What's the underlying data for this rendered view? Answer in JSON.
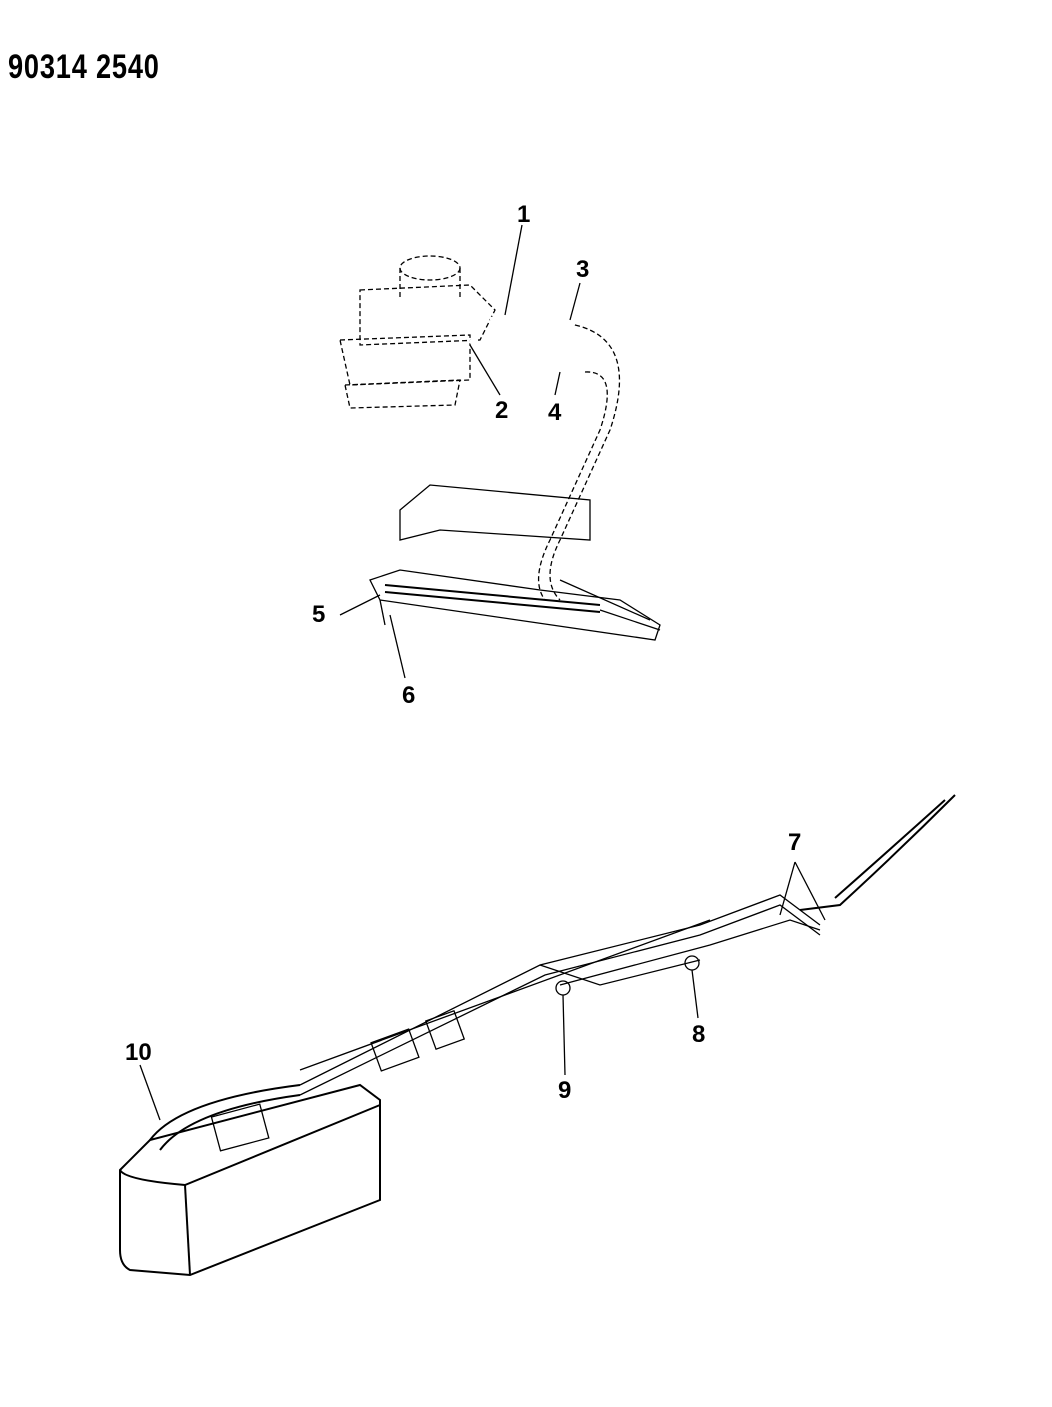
{
  "document_id": "90314 2540",
  "callouts": [
    "1",
    "2",
    "3",
    "4",
    "5",
    "6",
    "7",
    "8",
    "9",
    "10"
  ]
}
